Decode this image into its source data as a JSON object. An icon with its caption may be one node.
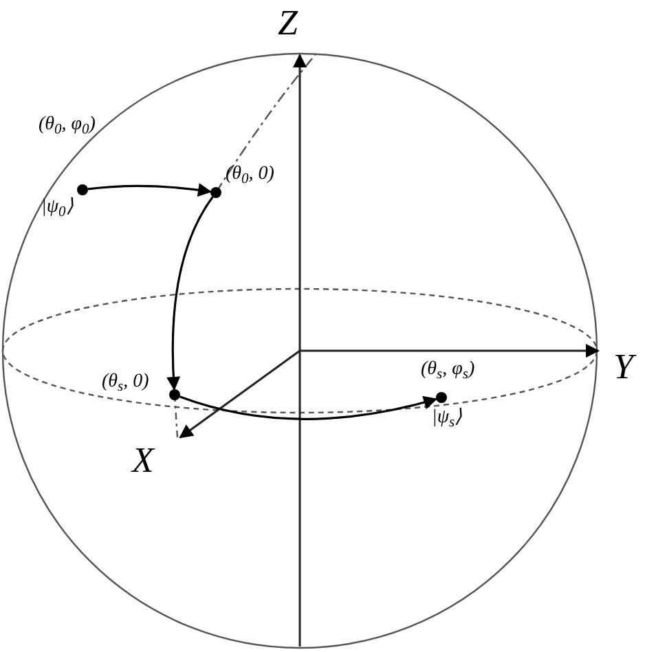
{
  "diagram": {
    "nodes": [
      {
        "text": [],
        "shape": "circle",
        "beside": [
          "(θ$_{0}$, φ$_{0}$)",
          "|ψ$_{0}$⟩"
        ]
      },
      {
        "text": [],
        "shape": "circle",
        "beside": [
          "(θ$_{0}$, 0)"
        ]
      },
      {
        "text": [],
        "shape": "circle",
        "beside": [
          "(θ$_{s}$, 0)"
        ]
      },
      {
        "text": [],
        "shape": "circle",
        "beside": [
          "(θ$_{s}$, φ$_{s}$)",
          "|ψ$_{s}$⟩"
        ]
      }
    ],
    "edges": [
      {
        "from": 0,
        "to": 1,
        "arrow": "to"
      },
      {
        "from": 1,
        "to": 2,
        "arrow": "to"
      },
      {
        "from": 2,
        "to": 3,
        "arrow": "to"
      }
    ],
    "labels": [
      "Z",
      "Y",
      "X"
    ]
  }
}
